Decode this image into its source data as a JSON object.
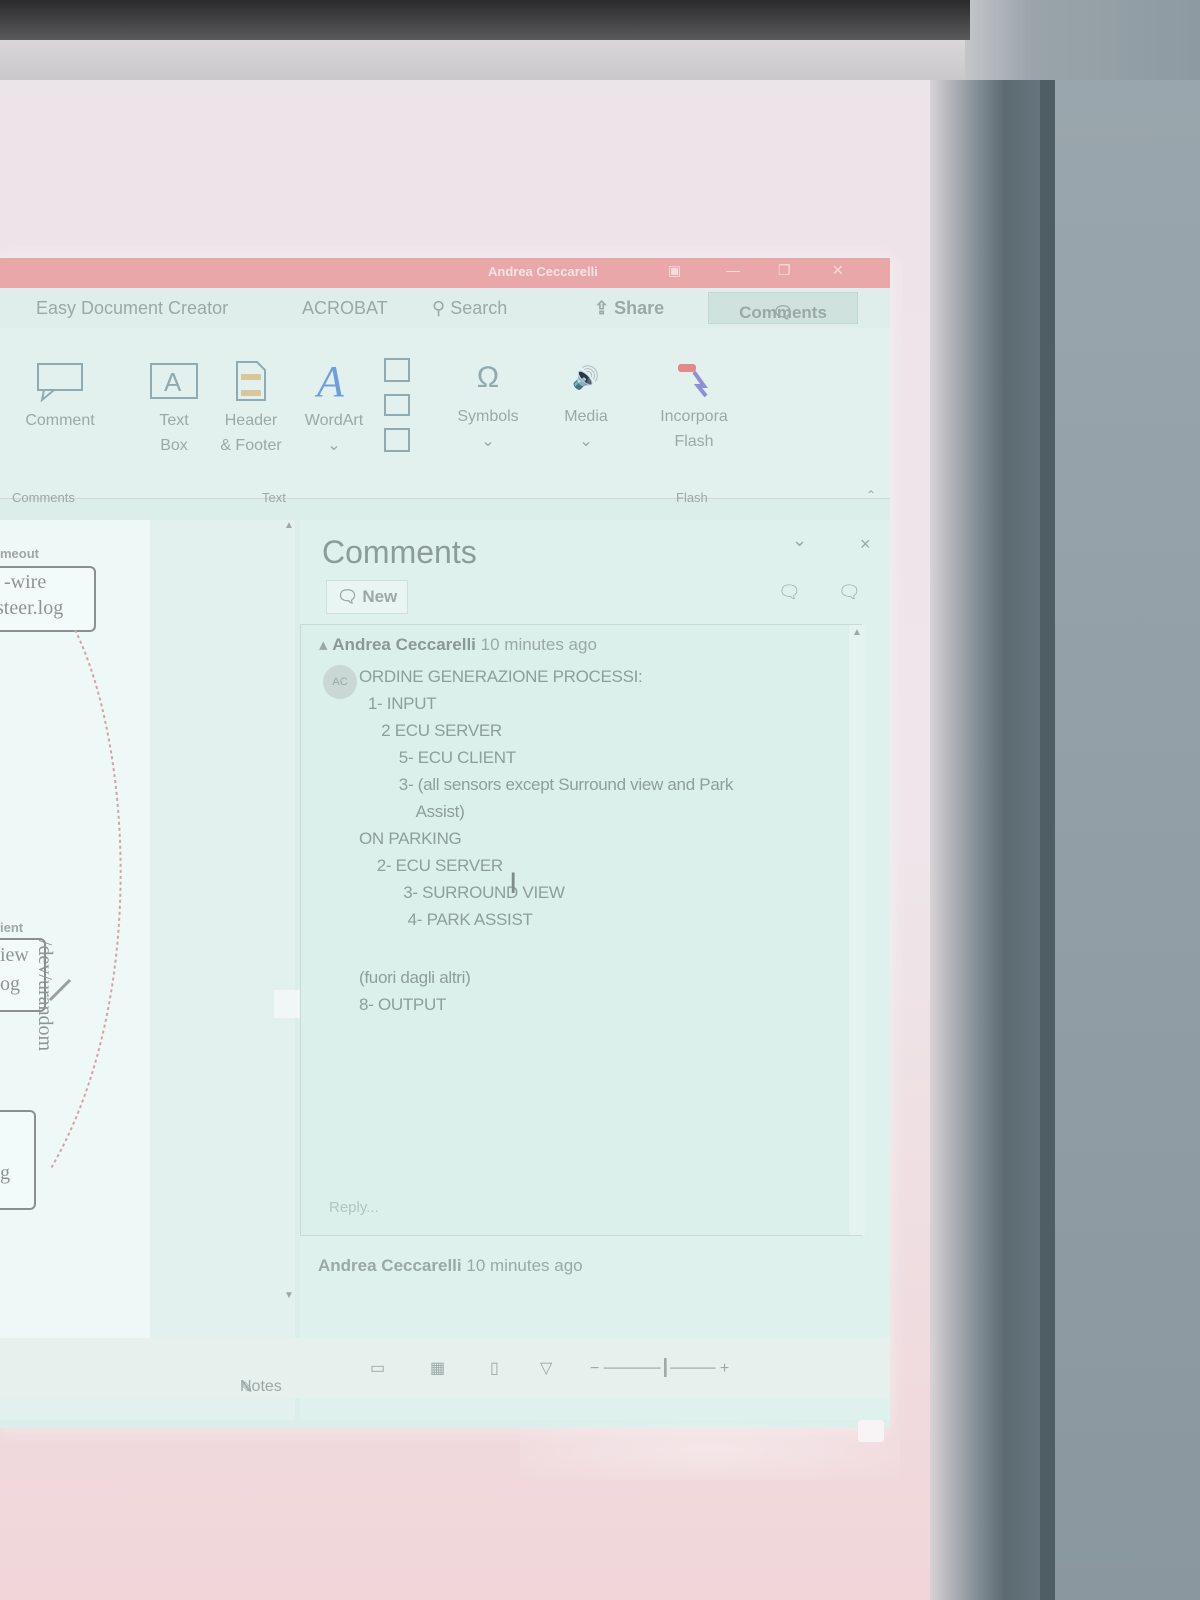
{
  "window": {
    "title_user": "Andrea Ceccarelli"
  },
  "menubar": {
    "easy_document_creator": "Easy Document Creator",
    "acrobat": "ACROBAT",
    "search": "Search",
    "share": "Share",
    "comments": "Comments"
  },
  "ribbon": {
    "comment": "Comment",
    "text_box_1": "Text",
    "text_box_2": "Box",
    "header_footer_1": "Header",
    "header_footer_2": "& Footer",
    "wordart": "WordArt",
    "symbols": "Symbols",
    "media": "Media",
    "incorpora_flash_1": "Incorpora",
    "incorpora_flash_2": "Flash",
    "group_comments": "Comments",
    "group_text": "Text",
    "group_flash": "Flash"
  },
  "slide": {
    "label_top": "meout",
    "node1_line1": "-wire",
    "node1_line2": "steer.log",
    "label_client": "ient",
    "node2_line1": "iew",
    "node2_line2": "og",
    "vertical_label": "/dev/urandom",
    "node3_line1": "g"
  },
  "comments_panel": {
    "title": "Comments",
    "new_label": "New",
    "thread": {
      "author": "Andrea Ceccarelli",
      "time": "10 minutes ago",
      "avatar_initials": "AC",
      "lines": [
        "ORDINE GENERAZIONE PROCESSI:",
        "",
        "  1- INPUT",
        "     2 ECU SERVER",
        "         5- ECU CLIENT",
        "         3- (all sensors except Surround view and Park",
        "             Assist)",
        "ON PARKING",
        "    2- ECU SERVER",
        "          3- SURROUND VIEW",
        "           4- PARK ASSIST",
        "",
        "(fuori dagli altri)",
        "8- OUTPUT"
      ],
      "reply_placeholder": "Reply..."
    },
    "thread2": {
      "author": "Andrea Ceccarelli",
      "time": "10 minutes ago"
    }
  },
  "statusbar": {
    "notes": "Notes"
  }
}
